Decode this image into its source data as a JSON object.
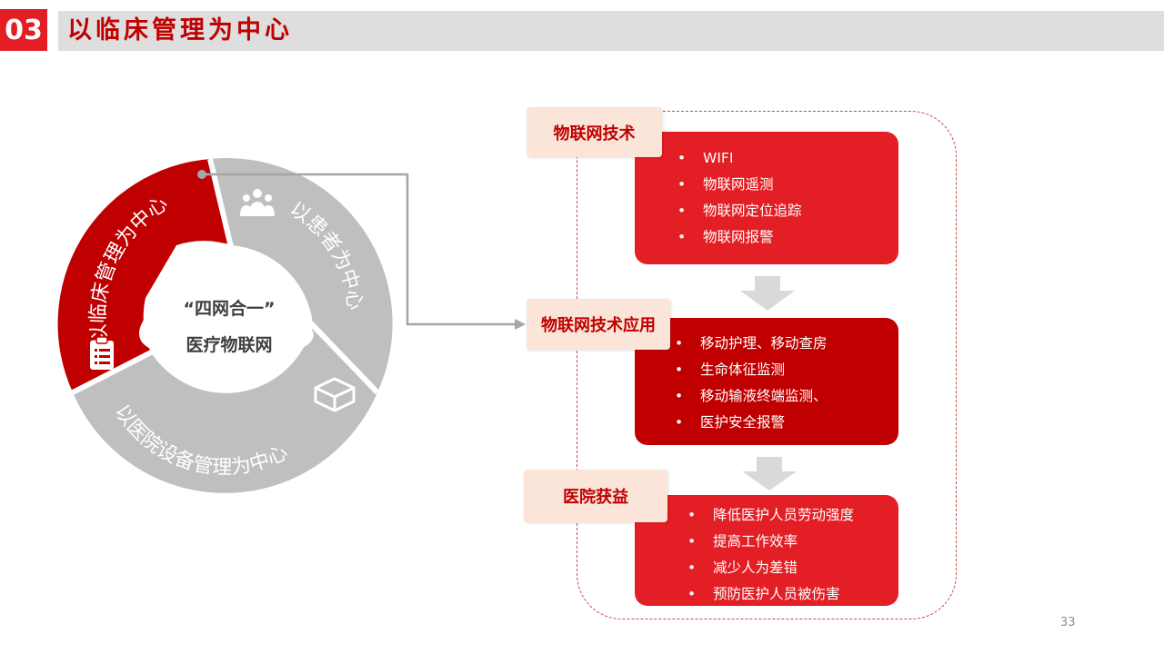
{
  "header": {
    "section_number": "03",
    "title": "以临床管理为中心"
  },
  "ring": {
    "center_line1": "“四网合一”",
    "center_line2": "医疗物联网",
    "segments": {
      "clinical": "以临床管理为中心",
      "patient": "以患者为中心",
      "equipment": "以医院设备管理为中心"
    },
    "colors": {
      "clinical": "#c00000",
      "patient": "#bfbfbf",
      "equipment": "#bfbfbf"
    }
  },
  "flow": {
    "tags": [
      "物联网技术",
      "物联网技术应用",
      "医院获益"
    ],
    "boxes": [
      {
        "items": [
          "WIFI",
          "物联网遥测",
          "物联网定位追踪",
          "物联网报警"
        ]
      },
      {
        "items": [
          "移动护理、移动查房",
          "生命体征监测",
          "移动输液终端监测、",
          "医护安全报警"
        ]
      },
      {
        "items": [
          "降低医护人员劳动强度",
          "提高工作效率",
          "减少人为差错",
          "预防医护人员被伤害"
        ]
      }
    ]
  },
  "colors": {
    "accent_red": "#e31e24",
    "dark_red": "#c00000",
    "tag_bg": "#fbe5d8",
    "header_bar": "#dedede"
  },
  "page_number": "33"
}
